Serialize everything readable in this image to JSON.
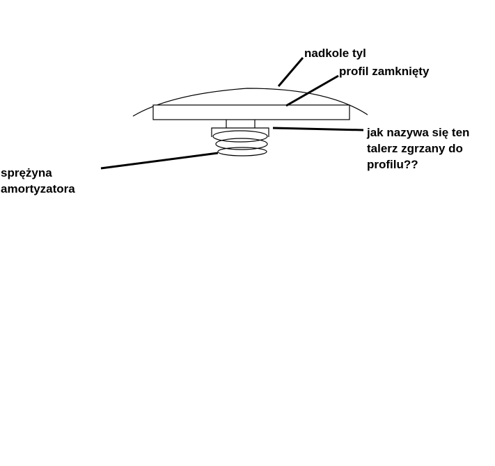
{
  "labels": {
    "wheel_arch": "nadkole tyl",
    "closed_profile": "profil zamknięty",
    "question_line1": "jak nazywa się ten",
    "question_line2": "talerz zgrzany do",
    "question_line3": "profilu??",
    "spring_line1": "sprężyna",
    "spring_line2": "amortyzatora"
  },
  "colors": {
    "ink": "#000000",
    "background": "#ffffff"
  }
}
